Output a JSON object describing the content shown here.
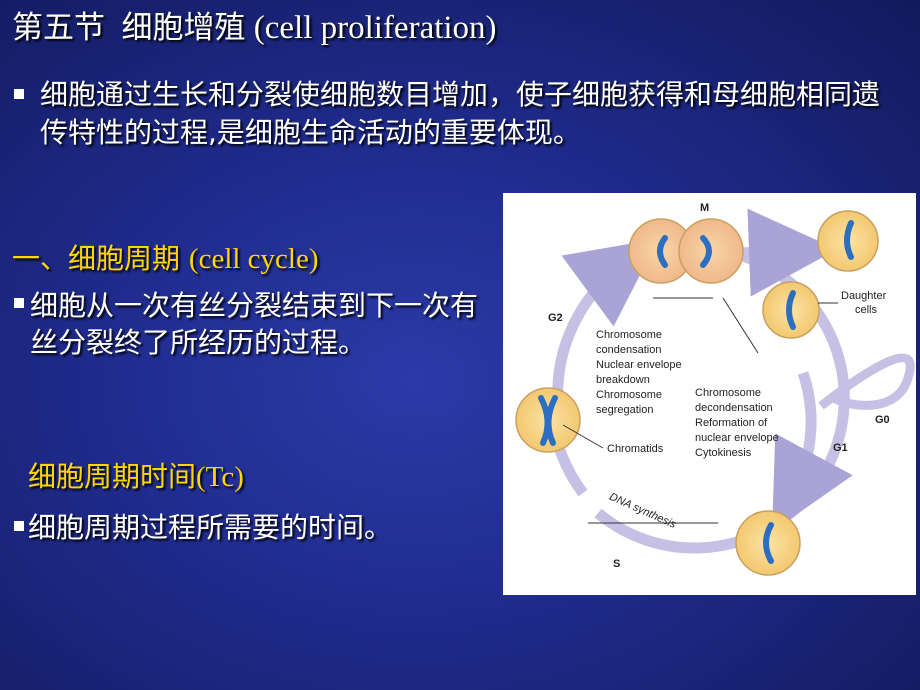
{
  "title": {
    "prefix": "第五节",
    "zh": "细胞增殖",
    "en": "(cell proliferation)"
  },
  "intro": "细胞通过生长和分裂使细胞数目增加，使子细胞获得和母细胞相同遗传特性的过程,是细胞生命活动的重要体现。",
  "section1": {
    "heading_zh": "一、细胞周期",
    "heading_en": "(cell cycle)",
    "definition": "细胞从一次有丝分裂结束到下一次有丝分裂终了所经历的过程。"
  },
  "section2": {
    "heading_zh": "细胞周期时间",
    "heading_en": "(Tc)",
    "definition": "细胞周期过程所需要的时间。"
  },
  "figure": {
    "phase_m": "M",
    "phase_g2": "G2",
    "phase_g1": "G1",
    "phase_g0": "G0",
    "phase_s": "S",
    "daughter_cells_line1": "Daughter",
    "daughter_cells_line2": "cells",
    "m_steps_left": [
      "Chromosome",
      "condensation",
      "Nuclear envelope",
      "breakdown",
      "Chromosome",
      "segregation"
    ],
    "m_steps_right": [
      "Chromosome",
      "decondensation",
      "Reformation of",
      "nuclear envelope",
      "Cytokinesis"
    ],
    "chromatids": "Chromatids",
    "dna_synthesis": "DNA synthesis"
  },
  "colors": {
    "background": "#1f2b8c",
    "heading": "#ffd700",
    "cell_fill": "#f9d98c",
    "chromosome": "#2c6fc2",
    "cycle_arrow": "#b9b4dc"
  }
}
